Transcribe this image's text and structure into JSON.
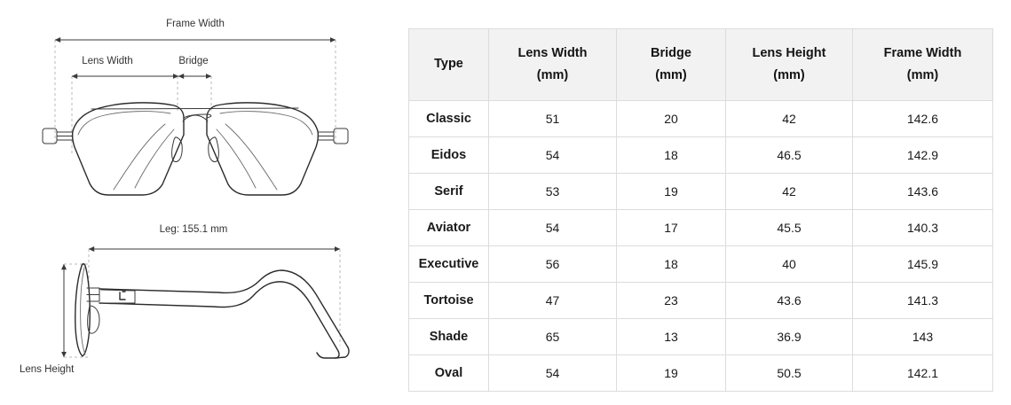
{
  "diagram": {
    "front_view": {
      "name": "eyeglasses-front-view",
      "labels": {
        "frame_width": "Frame Width",
        "lens_width": "Lens Width",
        "bridge": "Bridge"
      }
    },
    "side_view": {
      "name": "eyeglasses-side-view",
      "labels": {
        "leg": "Leg: 155.1 mm",
        "lens_height": "Lens Height"
      }
    }
  },
  "table": {
    "headers": [
      {
        "title": "Type",
        "unit": ""
      },
      {
        "title": "Lens Width",
        "unit": "(mm)"
      },
      {
        "title": "Bridge",
        "unit": "(mm)"
      },
      {
        "title": "Lens Height",
        "unit": "(mm)"
      },
      {
        "title": "Frame Width",
        "unit": "(mm)"
      }
    ],
    "rows": [
      {
        "type": "Classic",
        "lens_width": "51",
        "bridge": "20",
        "lens_height": "42",
        "frame_width": "142.6"
      },
      {
        "type": "Eidos",
        "lens_width": "54",
        "bridge": "18",
        "lens_height": "46.5",
        "frame_width": "142.9"
      },
      {
        "type": "Serif",
        "lens_width": "53",
        "bridge": "19",
        "lens_height": "42",
        "frame_width": "143.6"
      },
      {
        "type": "Aviator",
        "lens_width": "54",
        "bridge": "17",
        "lens_height": "45.5",
        "frame_width": "140.3"
      },
      {
        "type": "Executive",
        "lens_width": "56",
        "bridge": "18",
        "lens_height": "40",
        "frame_width": "145.9"
      },
      {
        "type": "Tortoise",
        "lens_width": "47",
        "bridge": "23",
        "lens_height": "43.6",
        "frame_width": "141.3"
      },
      {
        "type": "Shade",
        "lens_width": "65",
        "bridge": "13",
        "lens_height": "36.9",
        "frame_width": "143"
      },
      {
        "type": "Oval",
        "lens_width": "54",
        "bridge": "19",
        "lens_height": "50.5",
        "frame_width": "142.1"
      }
    ]
  },
  "colors": {
    "header_background": "#f2f2f2",
    "border": "#dcdcdc",
    "text": "#1a1a1a",
    "guide_line": "#b9b9b9",
    "frame_outline": "#2b2b2b"
  }
}
